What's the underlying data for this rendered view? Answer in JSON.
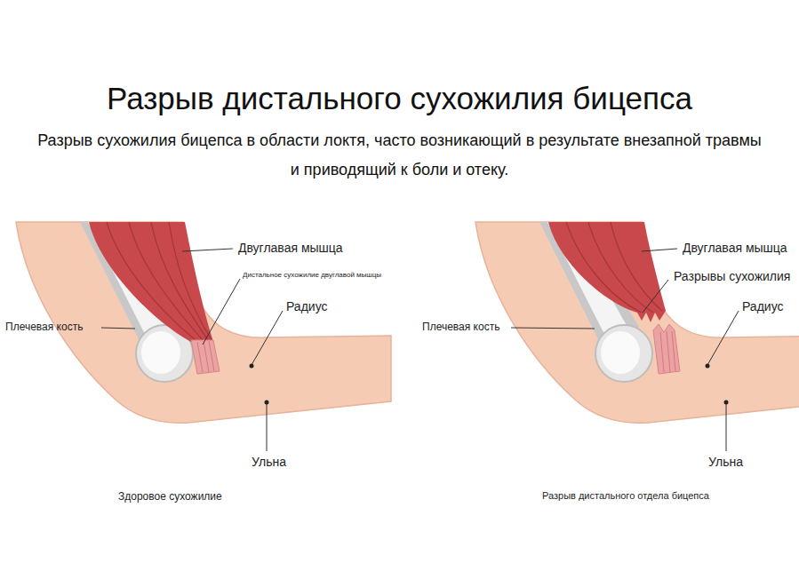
{
  "diagram": {
    "title": "Разрыв дистального сухожилия бицепса",
    "caption": "Разрыв сухожилия бицепса в области локтя, часто возникающий в результате внезапной травмы и приводящий к боли и отеку.",
    "labels": [
      "Двуглавая мышца",
      "Дистальное сухожилие двуглавой мышцы",
      "Радиус",
      "Плечевая кость",
      "Ульна",
      "Здоровое сухожилие",
      "Двуглавая мышца",
      "Разрывы сухожилия",
      "Радиус",
      "Плечевая кость",
      "Ульна",
      "Разрыв дистального отдела бицепса"
    ]
  }
}
